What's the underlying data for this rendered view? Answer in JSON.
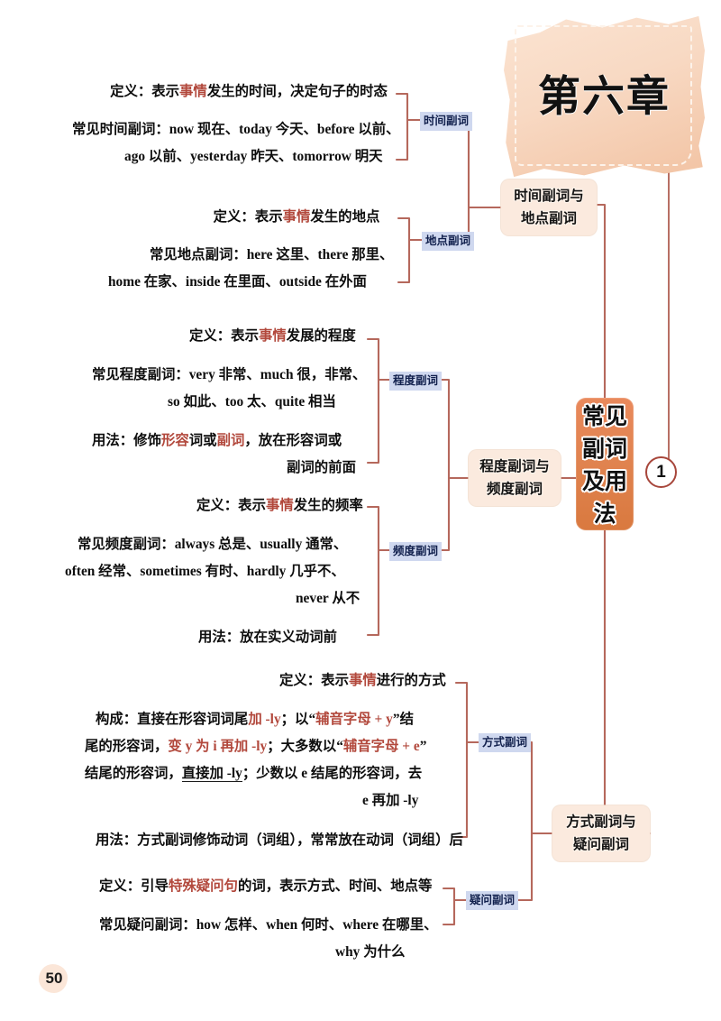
{
  "page": {
    "chapter_banner": "第六章",
    "page_number": "50",
    "center_node": [
      "常见",
      "副词",
      "及用",
      "法"
    ],
    "center_node_full": "常见副词及用法",
    "circled_number": "1",
    "colors": {
      "connector": "#b5685c",
      "center_node_fill": "#e0834f",
      "main_branch_fill": "#fbeade",
      "sub_badge_fill": "#cfd8ef",
      "sub_badge_text": "#11204d",
      "highlight_red": "#b2483c",
      "banner_fill": "#f6d4bb",
      "page_bg": "#ffffff"
    }
  },
  "main_branches": [
    {
      "id": "time-place",
      "lines": [
        "时间副词与",
        "地点副词"
      ]
    },
    {
      "id": "degree-frequency",
      "lines": [
        "程度副词与",
        "频度副词"
      ]
    },
    {
      "id": "manner-interrogative",
      "lines": [
        "方式副词与",
        "疑问副词"
      ]
    }
  ],
  "sub_branches": [
    {
      "id": "time",
      "label": "时间副词"
    },
    {
      "id": "place",
      "label": "地点副词"
    },
    {
      "id": "degree",
      "label": "程度副词"
    },
    {
      "id": "frequency",
      "label": "频度副词"
    },
    {
      "id": "manner",
      "label": "方式副词"
    },
    {
      "id": "interrogative",
      "label": "疑问副词"
    }
  ],
  "content": {
    "time": {
      "definition_line": "定义：表示事情发生的时间，决定句子的时态",
      "definition_pre": "定义：表示",
      "definition_hl": "事情",
      "definition_post": "发生的时间，决定句子的时态",
      "examples_line1_pre": "常见时间副词：now 现在、today 今天、before 以前、",
      "examples_line2": "ago 以前、yesterday 昨天、tomorrow 明天"
    },
    "place": {
      "definition_pre": "定义：表示",
      "definition_hl": "事情",
      "definition_post": "发生的地点",
      "examples_line1": "常见地点副词：here 这里、there 那里、",
      "examples_line2": "home 在家、inside 在里面、outside 在外面"
    },
    "degree": {
      "definition_pre": "定义：表示",
      "definition_hl": "事情",
      "definition_post": "发展的程度",
      "examples_line1": "常见程度副词：very 非常、much 很，非常、",
      "examples_line2": "so 如此、too 太、quite 相当",
      "usage_pre": "用法：修饰",
      "usage_hl1": "形容",
      "usage_mid1": "词或",
      "usage_hl2": "副词",
      "usage_post": "，放在形容词或",
      "usage_line2": "副词的前面"
    },
    "frequency": {
      "definition_pre": "定义：表示",
      "definition_hl": "事情",
      "definition_post": "发生的频率",
      "examples_line1": "常见频度副词：always 总是、usually 通常、",
      "examples_line2": "often 经常、sometimes 有时、hardly 几乎不、",
      "examples_line3": "never 从不",
      "usage": "用法：放在实义动词前"
    },
    "manner": {
      "definition_pre": "定义：表示",
      "definition_hl": "事情",
      "definition_post": "进行的方式",
      "formation_l1_a": "构成：直接在形容词词尾",
      "formation_l1_hl": "加 -ly",
      "formation_l1_b": "；以“",
      "formation_l1_hl2": "辅音字母 + y",
      "formation_l1_c": "”结",
      "formation_l2_a": "尾的形容词，",
      "formation_l2_hl": "变 y 为 i 再加 -ly",
      "formation_l2_b": "；大多数以“",
      "formation_l2_hl2": "辅音字母 + e",
      "formation_l2_c": "”",
      "formation_l3_a": "结尾的形容词，",
      "formation_l3_hl": "直接加 -ly",
      "formation_l3_b": "；少数以 e 结尾的形容词，去",
      "formation_l4": "e 再加 -ly",
      "usage": "用法：方式副词修饰动词（词组），常常放在动词（词组）后"
    },
    "interrogative": {
      "definition_pre": "定义：引导",
      "definition_hl": "特殊疑问句",
      "definition_post": "的词，表示方式、时间、地点等",
      "examples_line1": "常见疑问副词：how 怎样、when 何时、where 在哪里、",
      "examples_line2": "why 为什么"
    }
  }
}
